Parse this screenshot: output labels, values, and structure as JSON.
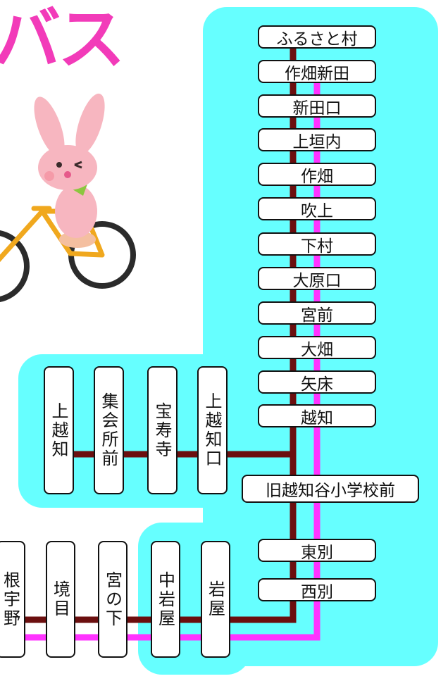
{
  "title_fragment": "バス",
  "colors": {
    "area": "#66ffff",
    "route_main": "#6b0f0f",
    "route_alt": "#ff33ff",
    "title": "#f23bb9"
  },
  "illustration": "pink-rabbit-riding-bicycle",
  "stops": {
    "furusato_mura": "ふるさと村",
    "sakuhata_shinden": "作畑新田",
    "shindenguchi": "新田口",
    "kamigaito": "上垣内",
    "sakuhata": "作畑",
    "fukiage": "吹上",
    "shimomura": "下村",
    "oharaguchi": "大原口",
    "miyamae": "宮前",
    "obata": "大畑",
    "yatoko": "矢床",
    "ochi": "越知",
    "kyu_ochidani": "旧越知谷小学校前",
    "higashibetsu": "東別",
    "nishibetsu": "西別",
    "kamiochi": "上越知",
    "shukaijomae": "集会所前",
    "hojuji": "宝寿寺",
    "kamiochiguchi": "上越知口",
    "iwaya": "岩屋",
    "nakaiwaya": "中岩屋",
    "miyanoshita": "宮の下",
    "sakaime": "境目",
    "neuno": "根宇野"
  }
}
